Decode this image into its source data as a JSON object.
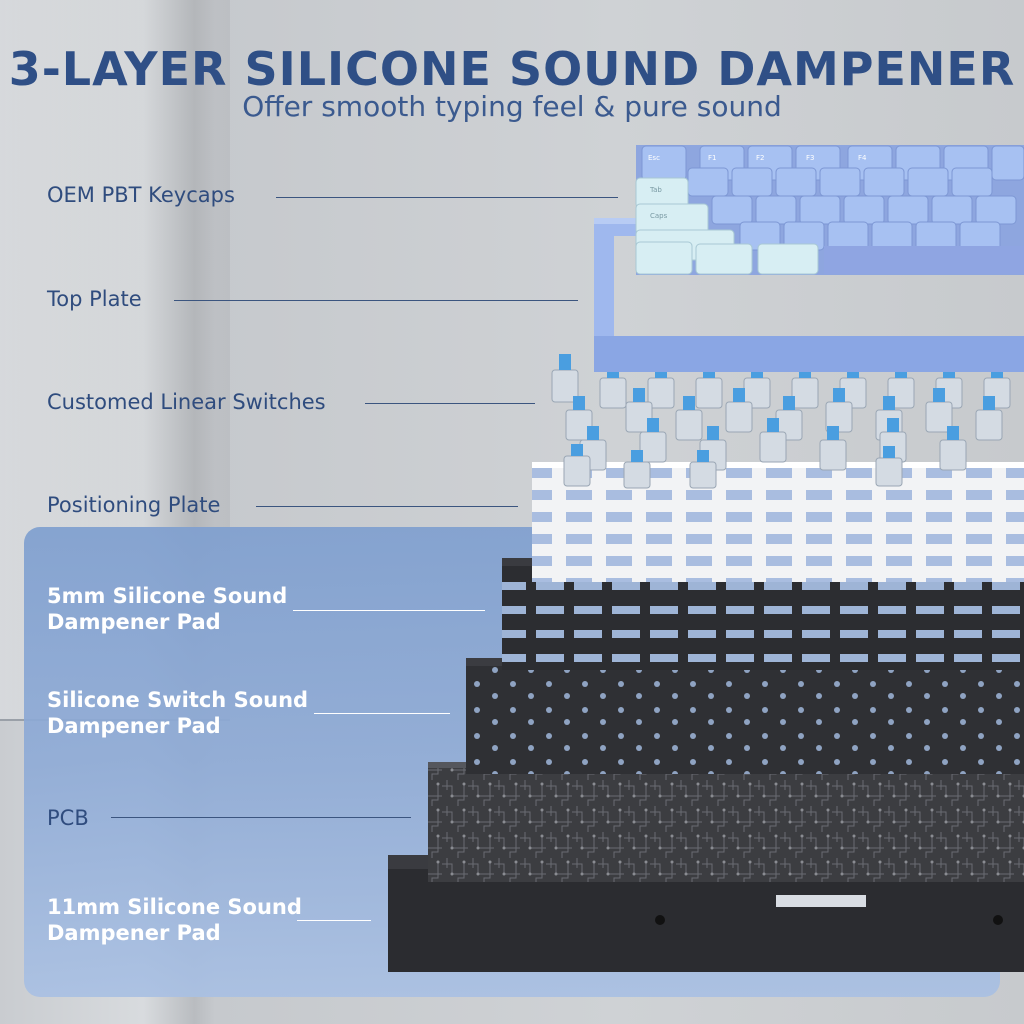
{
  "heading": {
    "title": "3-LAYER SILICONE SOUND DAMPENER",
    "subtitle": "Offer smooth typing feel & pure sound"
  },
  "layers": [
    {
      "line1": "OEM PBT Keycaps",
      "line2": ""
    },
    {
      "line1": "Top Plate",
      "line2": ""
    },
    {
      "line1": "Customed Linear Switches",
      "line2": ""
    },
    {
      "line1": "Positioning Plate",
      "line2": ""
    },
    {
      "line1": "5mm Silicone Sound",
      "line2": "Dampener Pad"
    },
    {
      "line1": "Silicone Switch Sound",
      "line2": "Dampener Pad"
    },
    {
      "line1": "PCB",
      "line2": ""
    },
    {
      "line1": "11mm Silicone Sound",
      "line2": "Dampener Pad"
    }
  ],
  "keycaps": {
    "esc": "Esc",
    "tab": "Tab",
    "caps": "Caps",
    "f1": "F1",
    "f2": "F2",
    "f3": "F3",
    "f4": "F4"
  },
  "colors": {
    "title": "#2f4f86",
    "panel": "#8fabd6",
    "keycap_blue": "#9fbcf0",
    "keycap_mint": "#d7eef3",
    "top_plate": "#9fb8ee",
    "switch_stem": "#4a9ee0",
    "positioning_plate": "#f2f3f5",
    "foam": "#2e2f33",
    "pcb": "#3c3d41"
  }
}
